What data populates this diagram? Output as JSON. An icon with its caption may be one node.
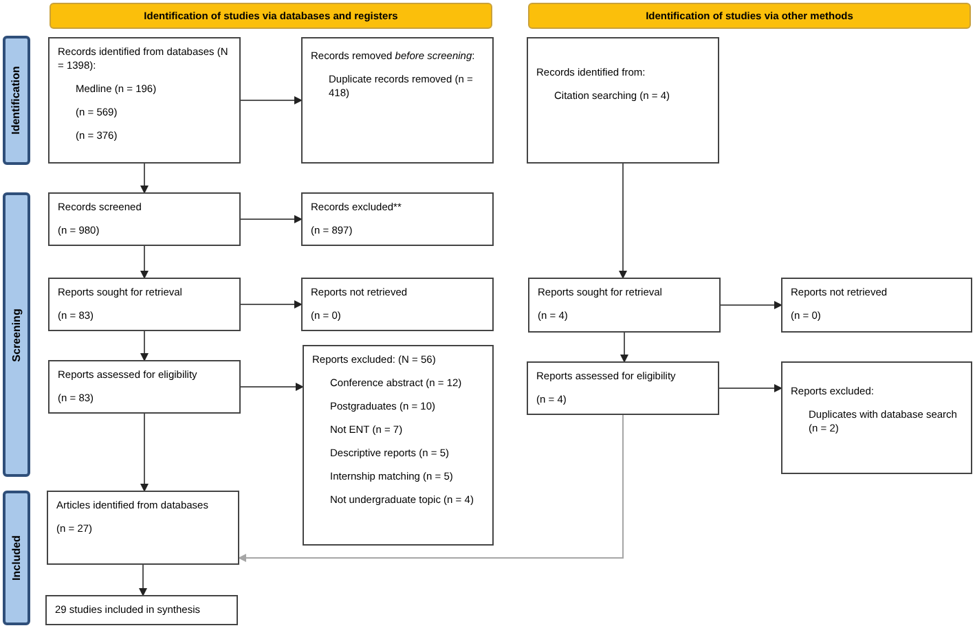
{
  "diagram": {
    "nodes": [
      {
        "text": [
          "Identification of studies via databases and registers"
        ]
      },
      {
        "text": [
          "Identification of studies via other methods"
        ]
      },
      {
        "text": [
          "Identification"
        ]
      },
      {
        "text": [
          "Screening"
        ]
      },
      {
        "text": [
          "Included"
        ]
      },
      {
        "text": [
          "Records identified from databases (N = 1398):",
          "Medline (n = 196)",
          "(n = 569)",
          "(n = 376)"
        ]
      },
      {
        "text": [
          "Records removed *before screening*:",
          "Duplicate records removed (n = 418)"
        ]
      },
      {
        "text": [
          "Records identified from:",
          "Citation searching (n = 4)"
        ]
      },
      {
        "text": [
          "Records screened",
          "(n = 980)"
        ]
      },
      {
        "text": [
          "Records excluded**",
          "(n = 897)"
        ]
      },
      {
        "text": [
          "Reports sought for retrieval",
          "(n = 83)"
        ]
      },
      {
        "text": [
          "Reports not retrieved",
          "(n = 0)"
        ]
      },
      {
        "text": [
          "Reports sought for retrieval",
          "(n = 4)"
        ]
      },
      {
        "text": [
          "Reports not retrieved",
          "(n = 0)"
        ]
      },
      {
        "text": [
          "Reports assessed for eligibility",
          "(n = 83)"
        ]
      },
      {
        "text": [
          "Reports excluded: (N = 56)",
          "Conference abstract (n = 12)",
          "Postgraduates (n = 10)",
          "Not ENT (n = 7)",
          "Descriptive reports (n = 5)",
          "Internship matching (n = 5)",
          "Not undergraduate topic (n = 4)"
        ]
      },
      {
        "text": [
          "Reports assessed for eligibility",
          "(n = 4)"
        ]
      },
      {
        "text": [
          "Reports excluded:",
          "Duplicates with database search (n = 2)"
        ]
      },
      {
        "text": [
          "Articles identified from databases",
          "(n = 27)"
        ]
      },
      {
        "text": [
          "29 studies included in synthesis"
        ]
      }
    ],
    "edges": [
      {
        "from": 5,
        "to": 6,
        "arrow": "to"
      },
      {
        "from": 5,
        "to": 8,
        "arrow": "to"
      },
      {
        "from": 8,
        "to": 9,
        "arrow": "to"
      },
      {
        "from": 8,
        "to": 10,
        "arrow": "to"
      },
      {
        "from": 10,
        "to": 11,
        "arrow": "to"
      },
      {
        "from": 10,
        "to": 14,
        "arrow": "to"
      },
      {
        "from": 14,
        "to": 15,
        "arrow": "to"
      },
      {
        "from": 14,
        "to": 18,
        "arrow": "to"
      },
      {
        "from": 18,
        "to": 19,
        "arrow": "to"
      },
      {
        "from": 7,
        "to": 12,
        "arrow": "to"
      },
      {
        "from": 12,
        "to": 13,
        "arrow": "to"
      },
      {
        "from": 12,
        "to": 16,
        "arrow": "to"
      },
      {
        "from": 16,
        "to": 17,
        "arrow": "to"
      },
      {
        "from": 16,
        "to": 18,
        "arrow": "to",
        "color": "#a6a6a6"
      }
    ]
  }
}
